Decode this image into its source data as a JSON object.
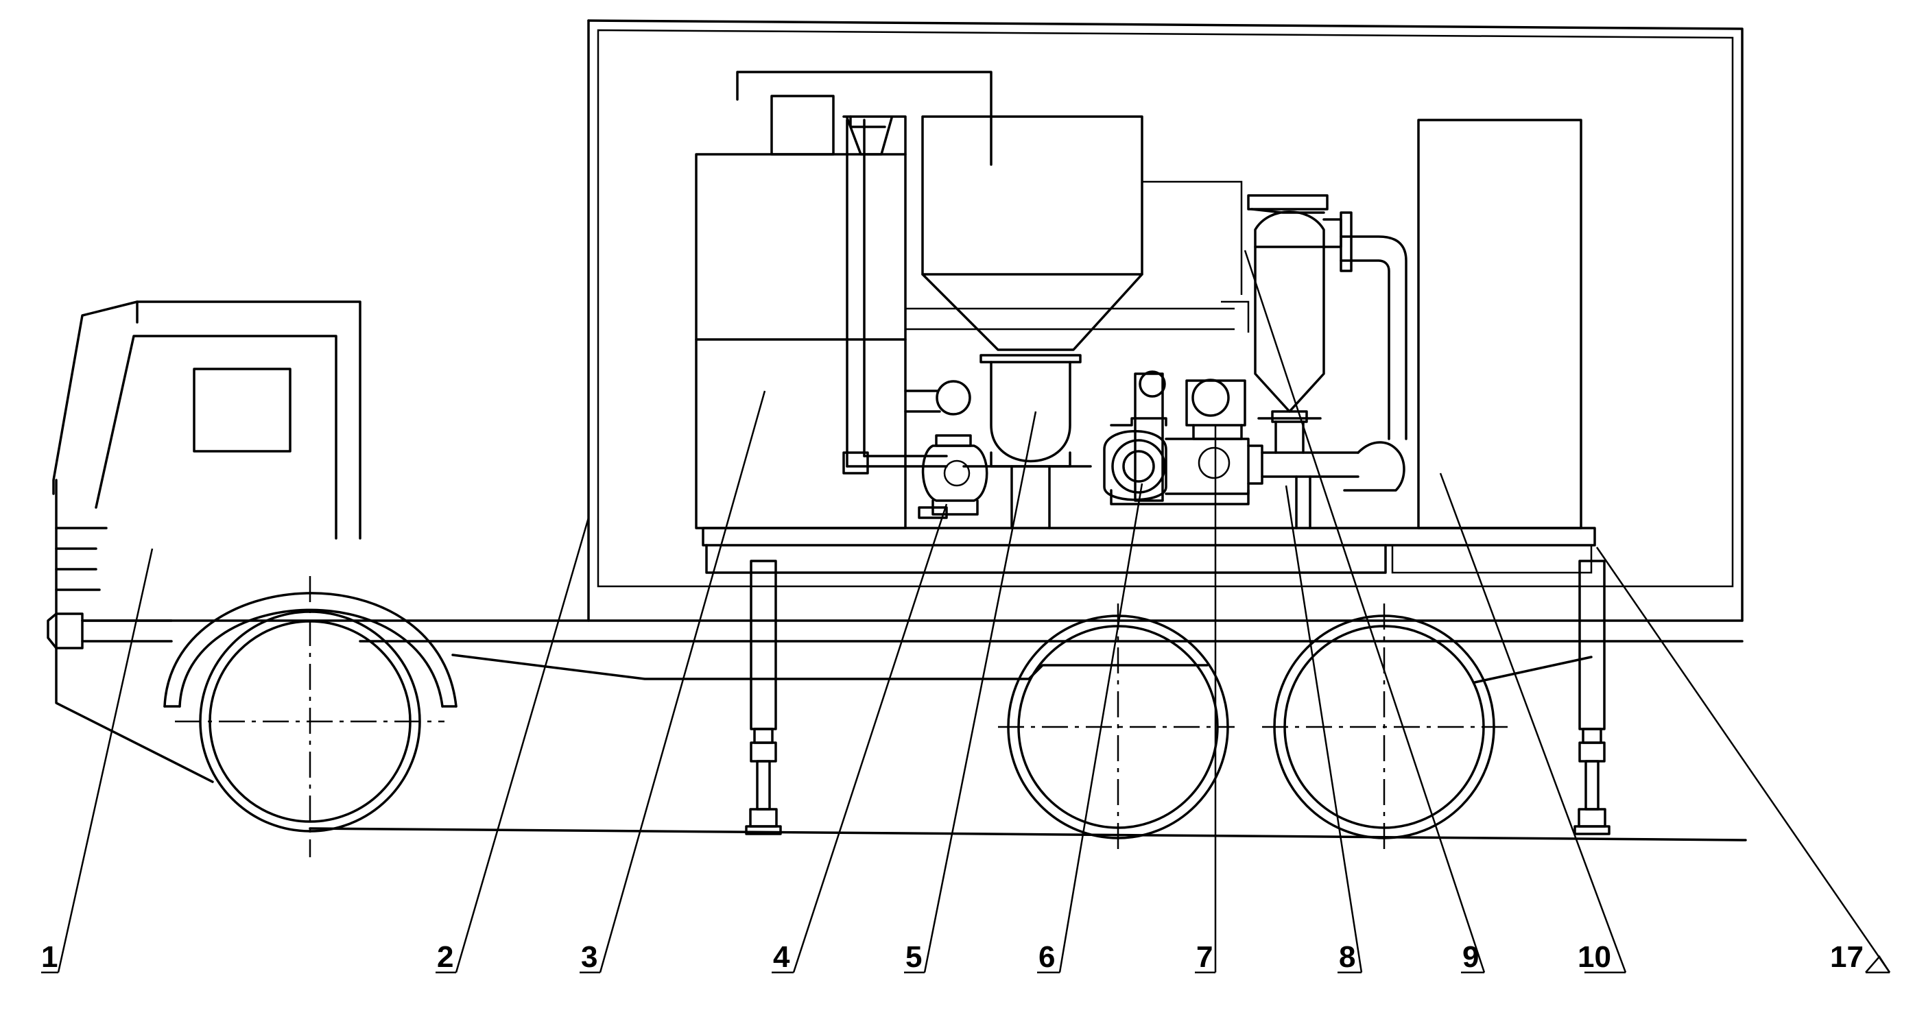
{
  "figure": {
    "callouts": [
      {
        "number": "1"
      },
      {
        "number": "2"
      },
      {
        "number": "3"
      },
      {
        "number": "4"
      },
      {
        "number": "5"
      },
      {
        "number": "6"
      },
      {
        "number": "7"
      },
      {
        "number": "8"
      },
      {
        "number": "9"
      },
      {
        "number": "10"
      },
      {
        "number": "17"
      }
    ]
  }
}
